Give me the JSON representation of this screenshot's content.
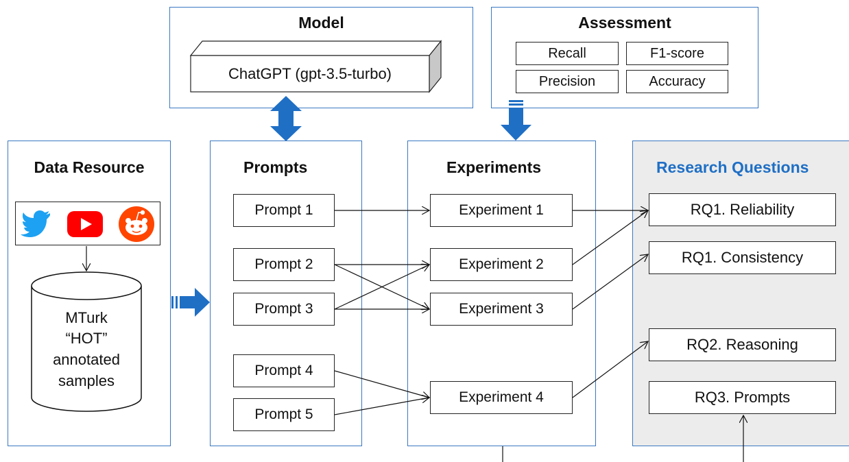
{
  "model": {
    "title": "Model",
    "engine": "ChatGPT (gpt-3.5-turbo)"
  },
  "assessment": {
    "title": "Assessment",
    "metrics": [
      "Recall",
      "F1-score",
      "Precision",
      "Accuracy"
    ]
  },
  "data_resource": {
    "title": "Data Resource",
    "icons": [
      "twitter-icon",
      "youtube-icon",
      "reddit-icon"
    ],
    "database_lines": [
      "MTurk",
      "“HOT”",
      "annotated",
      "samples"
    ]
  },
  "prompts": {
    "title": "Prompts",
    "items": [
      "Prompt 1",
      "Prompt 2",
      "Prompt 3",
      "Prompt 4",
      "Prompt 5"
    ]
  },
  "experiments": {
    "title": "Experiments",
    "items": [
      "Experiment 1",
      "Experiment 2",
      "Experiment 3",
      "Experiment 4"
    ]
  },
  "research_questions": {
    "title": "Research Questions",
    "items": [
      "RQ1. Reliability",
      "RQ1. Consistency",
      "RQ2. Reasoning",
      "RQ3. Prompts"
    ]
  },
  "colors": {
    "panel_border": "#3a78c2",
    "arrow_blue": "#1f6fc5",
    "rq_title": "#1f6fc5",
    "rq_panel_bg": "#ececec"
  }
}
